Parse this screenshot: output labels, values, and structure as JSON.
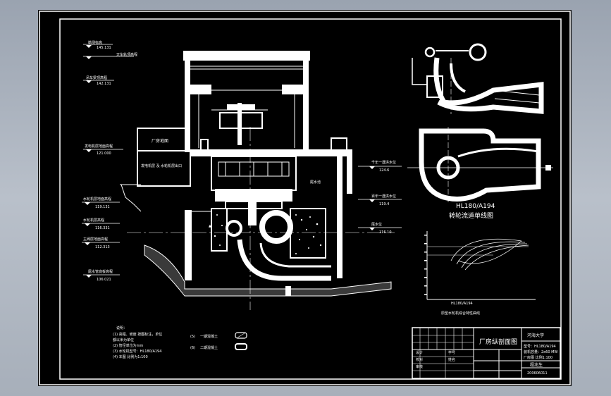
{
  "elevations_left": [
    {
      "title": "勘测标高",
      "value": "145.131",
      "extra": "天车轨顶高程"
    },
    {
      "title": "吊车梁顶高程",
      "value": "142.131"
    },
    {
      "title": "发电机层地面高程",
      "value": "121.000"
    },
    {
      "title": "水轮机层地面高程",
      "value": "119.131"
    },
    {
      "title": "水轮机层高程",
      "value": "116.331"
    },
    {
      "title": "主阀层地面高程",
      "value": "112.313"
    },
    {
      "title": "尾水管底板高程",
      "value": "106.021"
    }
  ],
  "elevations_right": [
    {
      "title": "千年一遇洪水位",
      "value": "124.6"
    },
    {
      "title": "百年一遇洪水位",
      "value": "119.4"
    },
    {
      "title": "尾水位",
      "value": "116.10"
    }
  ],
  "section_labels": {
    "plant_floor": "厂房地面",
    "generator_room": "发电机层 及 水轮机层出口",
    "tailwater_pool": "尾水池"
  },
  "runner_model": "HL180/A194",
  "flow_path_title": "转轮流道单线图",
  "hill_chart_model": "HL180/A194",
  "hill_chart_caption": "原型水轮机综合特性曲线",
  "notes": {
    "title": "说明：",
    "lines": [
      "(1) 高程、坡度 按图标注，单位",
      "    都以米为单位",
      "(2) 管径单位为mm",
      "(3) 水轮机型号：HL180/A194",
      "(4) 本图 比例为1:100"
    ],
    "legend_1_num": "(5)",
    "legend_1_text": "一期混凝土",
    "legend_2_num": "(6)",
    "legend_2_text": "二期混凝土"
  },
  "title_block": {
    "university": "河海大学",
    "drawing_name": "厂房纵剖面图",
    "spec_1": "型号：HL180/A194",
    "spec_2": "装机容量：2x60 MW",
    "spec_3": "厂房图 比例1:100",
    "cell_a": "设计",
    "cell_b": "校对",
    "cell_c": "审核",
    "cell_d": "学号",
    "cell_e": "姓名",
    "author": "程兆生",
    "student_id": "200606011"
  },
  "colors": {
    "sheet": "#000000",
    "line": "#ffffff",
    "window_bg": "#a4adb9"
  }
}
